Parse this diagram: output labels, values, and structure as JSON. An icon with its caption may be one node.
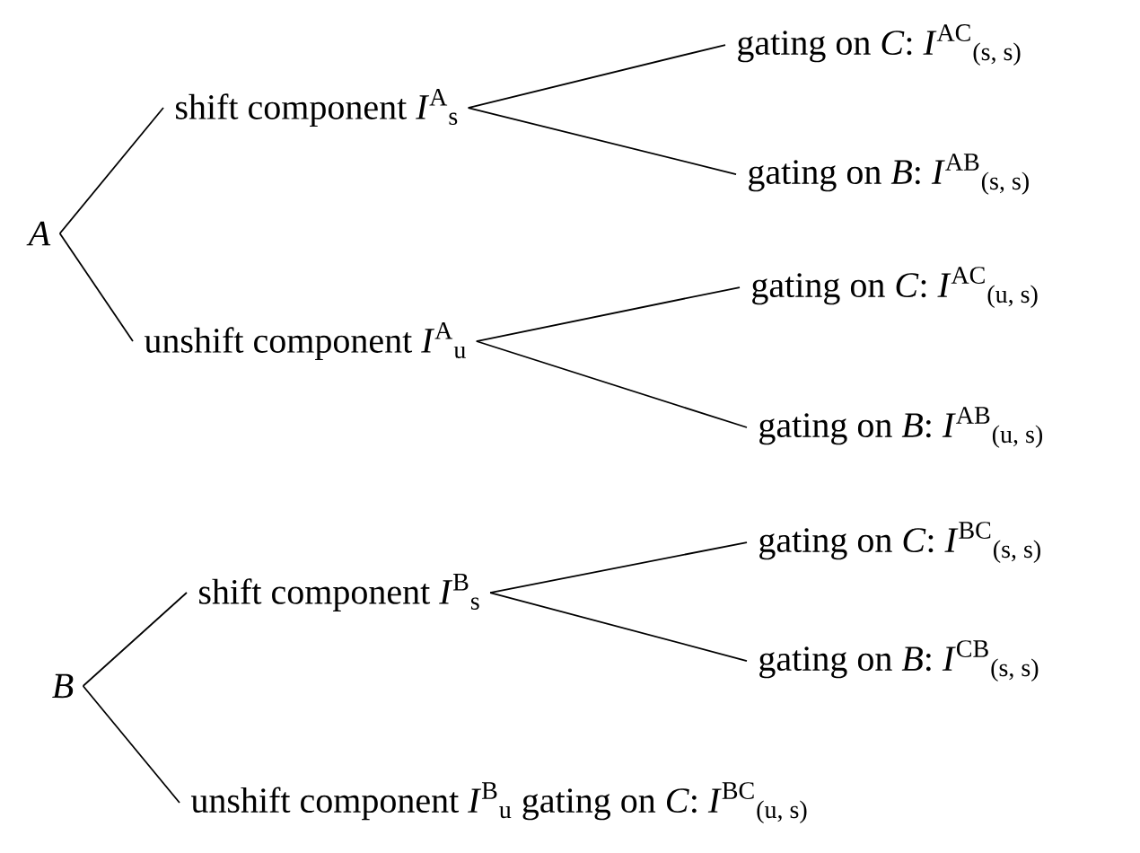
{
  "diagram": {
    "nodes": [
      {
        "text": [
          "*A*"
        ]
      },
      {
        "text": [
          "shift component *I*$^{A}$$_{s}$"
        ]
      },
      {
        "text": [
          "gating on *C*: *I*$^{AC}$$_{(s, s)}$"
        ]
      },
      {
        "text": [
          "gating on *B*: *I*$^{AB}$$_{(s, s)}$"
        ]
      },
      {
        "text": [
          "unshift component *I*$^{A}$$_{u}$"
        ]
      },
      {
        "text": [
          "gating on *C*: *I*$^{AC}$$_{(u, s)}$"
        ]
      },
      {
        "text": [
          "gating on *B*: *I*$^{AB}$$_{(u, s)}$"
        ]
      },
      {
        "text": [
          "*B*"
        ]
      },
      {
        "text": [
          "shift component *I*$^{B}$$_{s}$"
        ]
      },
      {
        "text": [
          "gating on *C*: *I*$^{BC}$$_{(s, s)}$"
        ]
      },
      {
        "text": [
          "gating on *B*: *I*$^{CB}$$_{(s, s)}$"
        ]
      },
      {
        "text": [
          "unshift component *I*$^{B}$$_{u}$ gating on *C*: *I*$^{BC}$$_{(u, s)}$"
        ]
      }
    ],
    "edges": [
      {
        "from": 0,
        "to": 1,
        "arrow": "none"
      },
      {
        "from": 0,
        "to": 4,
        "arrow": "none"
      },
      {
        "from": 1,
        "to": 2,
        "arrow": "none"
      },
      {
        "from": 1,
        "to": 3,
        "arrow": "none"
      },
      {
        "from": 4,
        "to": 5,
        "arrow": "none"
      },
      {
        "from": 4,
        "to": 6,
        "arrow": "none"
      },
      {
        "from": 7,
        "to": 8,
        "arrow": "none"
      },
      {
        "from": 7,
        "to": 11,
        "arrow": "none"
      },
      {
        "from": 8,
        "to": 9,
        "arrow": "none"
      },
      {
        "from": 8,
        "to": 10,
        "arrow": "none"
      }
    ]
  }
}
